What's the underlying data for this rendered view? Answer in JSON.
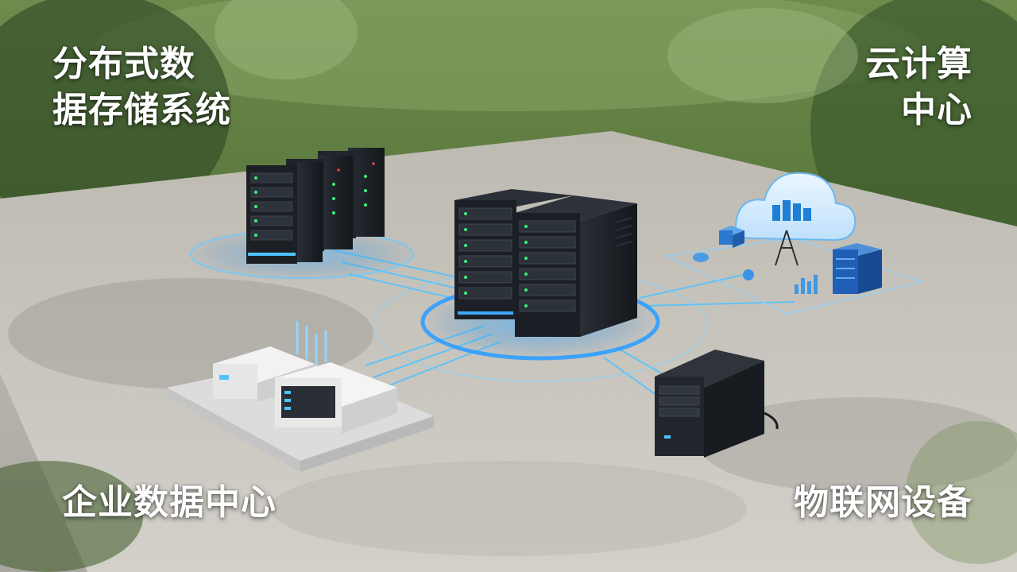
{
  "captions": {
    "top_left": {
      "line1": "分布式数",
      "line2": "据存储系统"
    },
    "top_right": {
      "line1": "云计算",
      "line2": "中心"
    },
    "bottom_left": "企业数据中心",
    "bottom_right": "物联网设备"
  },
  "colors": {
    "glow": "#3aa8ff",
    "rack": "#1e2228",
    "stone": "#c9c6bf",
    "foliage": "#4f6a34"
  }
}
